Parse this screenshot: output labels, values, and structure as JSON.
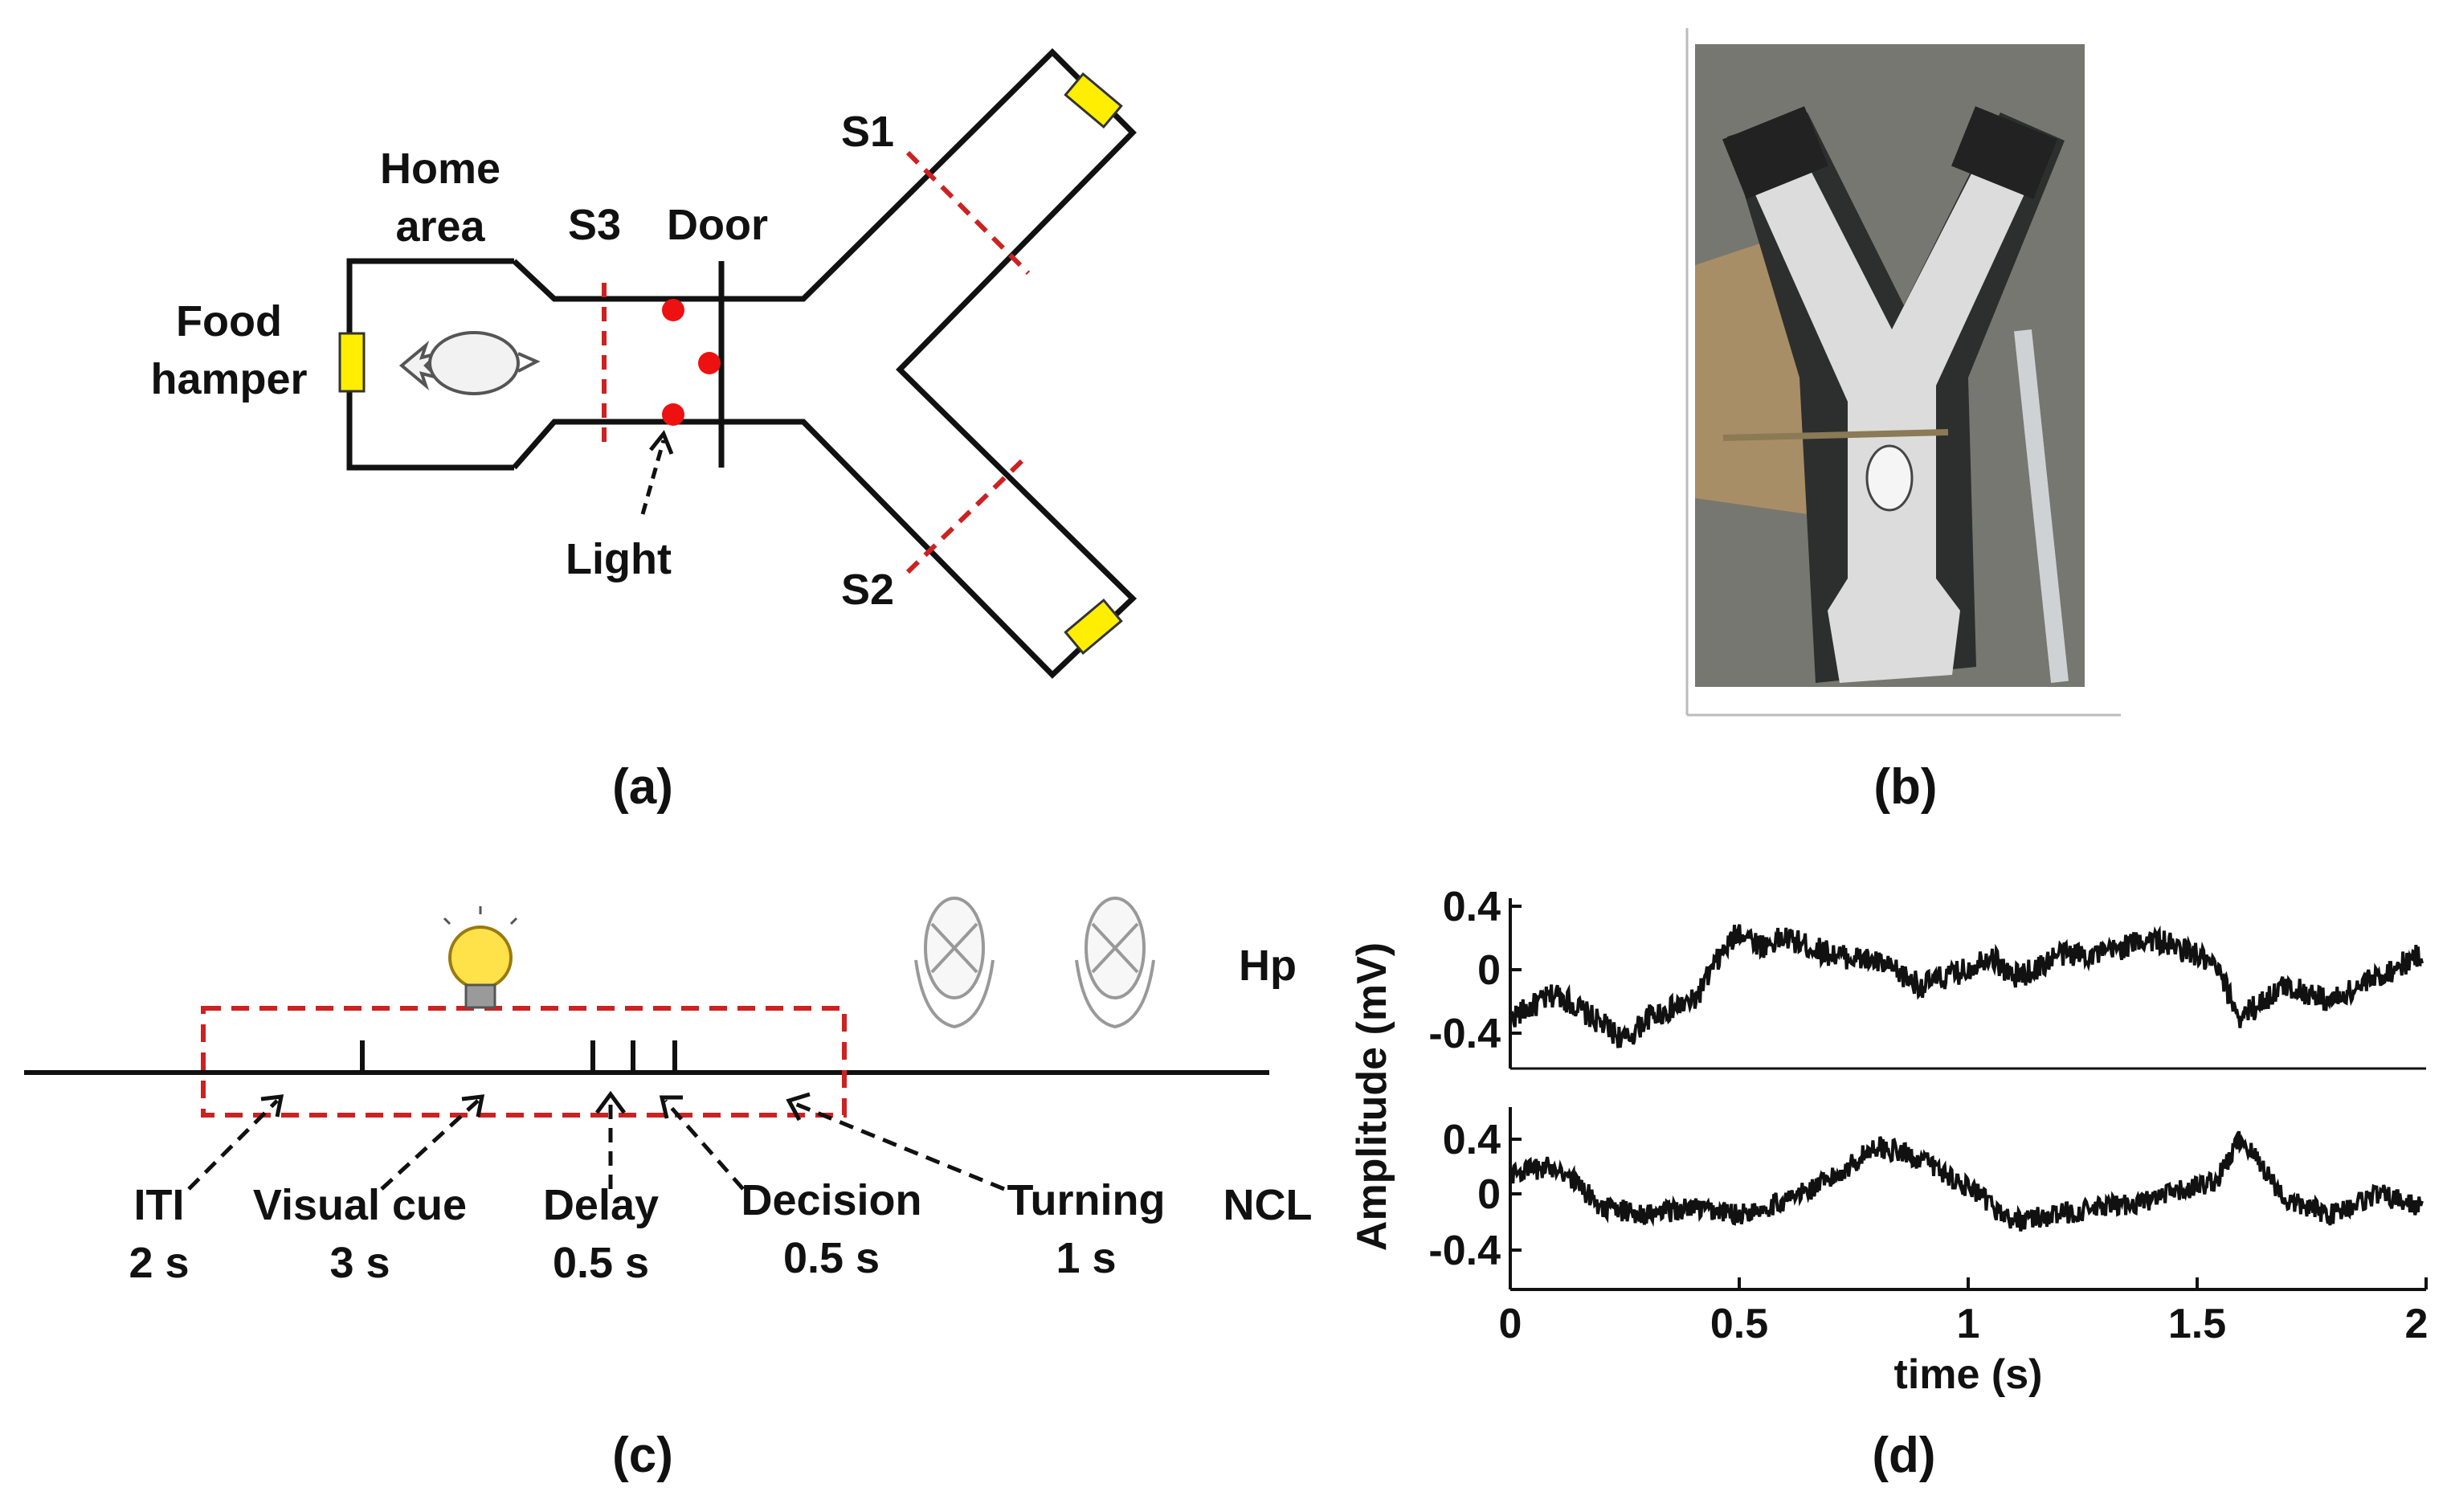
{
  "colors": {
    "line": "#111111",
    "dashed": "#cc2222",
    "light": "#ee1111",
    "feeder": "#ffee00",
    "bulb": "#ffe14a"
  },
  "panel_a": {
    "letter": "(a)",
    "home_line1": "Home",
    "home_line2": "area",
    "food_line1": "Food",
    "food_line2": "hamper",
    "s3": "S3",
    "door": "Door",
    "s1": "S1",
    "s2": "S2",
    "light": "Light"
  },
  "panel_b": {
    "letter": "(b)"
  },
  "panel_c": {
    "letter": "(c)",
    "phases": [
      {
        "name": "ITI",
        "duration": "2 s"
      },
      {
        "name": "Visual cue",
        "duration": "3 s"
      },
      {
        "name": "Delay",
        "duration": "0.5 s"
      },
      {
        "name": "Decision",
        "duration": "0.5 s"
      },
      {
        "name": "Turning",
        "duration": "1 s"
      }
    ]
  },
  "panel_d": {
    "letter": "(d)",
    "ylabel": "Amplitude (mV)",
    "xlabel": "time (s)",
    "channel_top": "Hp",
    "channel_bottom": "NCL",
    "x_ticks": [
      "0",
      "0.5",
      "1",
      "1.5",
      "2"
    ],
    "y_ticks_top": [
      "0.4",
      "0",
      "-0.4"
    ],
    "y_ticks_bottom": [
      "0.4",
      "0",
      "-0.4"
    ]
  },
  "chart_data": [
    {
      "type": "line",
      "title": "",
      "xlabel": "time (s)",
      "ylabel": "Amplitude (mV)",
      "xlim": [
        0,
        2
      ],
      "ylim": [
        -0.6,
        0.45
      ],
      "series": [
        {
          "name": "Hp",
          "x": [
            0,
            0.1,
            0.2,
            0.25,
            0.3,
            0.4,
            0.45,
            0.5,
            0.55,
            0.6,
            0.7,
            0.8,
            0.9,
            1.0,
            1.05,
            1.1,
            1.15,
            1.2,
            1.3,
            1.4,
            1.5,
            1.55,
            1.6,
            1.7,
            1.8,
            1.9,
            2.0
          ],
          "y": [
            -0.3,
            -0.15,
            -0.35,
            -0.45,
            -0.3,
            -0.2,
            0.05,
            0.25,
            0.15,
            0.2,
            0.1,
            0.05,
            -0.1,
            0.0,
            0.1,
            -0.05,
            0.0,
            0.1,
            0.1,
            0.2,
            0.1,
            0.0,
            -0.3,
            -0.1,
            -0.2,
            -0.05,
            0.1
          ]
        },
        {
          "name": "NCL",
          "x": [
            0,
            0.1,
            0.2,
            0.3,
            0.4,
            0.5,
            0.6,
            0.7,
            0.8,
            0.85,
            0.9,
            1.0,
            1.1,
            1.2,
            1.3,
            1.4,
            1.5,
            1.55,
            1.6,
            1.65,
            1.7,
            1.8,
            1.9,
            2.0
          ],
          "y": [
            0.15,
            0.2,
            -0.1,
            -0.15,
            -0.1,
            -0.15,
            -0.05,
            0.1,
            0.35,
            0.3,
            0.25,
            0.05,
            -0.2,
            -0.15,
            -0.1,
            -0.05,
            0.05,
            0.1,
            0.4,
            0.2,
            -0.05,
            -0.15,
            0.0,
            -0.1
          ]
        }
      ]
    }
  ]
}
